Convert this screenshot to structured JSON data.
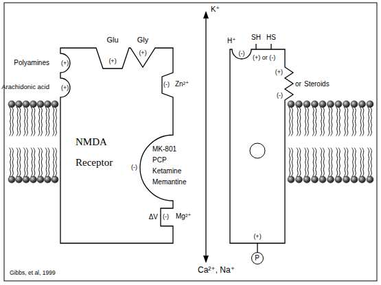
{
  "diagram": {
    "nodes": [
      {
        "text": [
          "NMDA Receptor"
        ]
      },
      {
        "text": [
          "P"
        ]
      }
    ],
    "labels": [
      "K⁺",
      "Glu",
      "Gly",
      "(+)",
      "(+)",
      "Polyamines",
      "(+)",
      "Arachidonic acid",
      "(+)",
      "(-)",
      "Zn²⁺",
      "MK-801",
      "PCP",
      "Ketamine",
      "Memantine",
      "(-)",
      "ΔV",
      "(-)",
      "Mg²⁺",
      "H⁺",
      "(-)",
      "SH",
      "HS",
      "(+) or (-)",
      "(+)",
      "or",
      "Steroids",
      "(-)",
      "(+)",
      "Ca²⁺, Na⁺",
      "Gibbs, et al, 1999"
    ]
  }
}
